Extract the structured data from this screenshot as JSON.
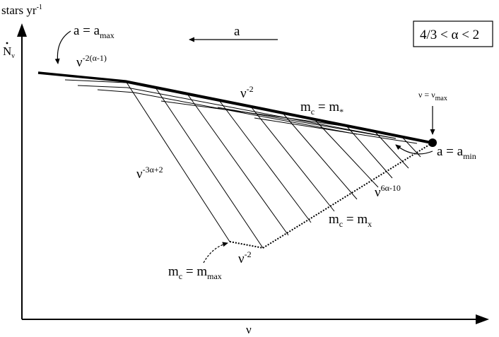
{
  "axes": {
    "y_label": "stars yr",
    "y_label_exp": "-1",
    "y_symbol": "N",
    "y_symbol_sub": "ν",
    "x_label": "ν"
  },
  "regime_box": "4/3 < α < 2",
  "direction_arrow_label": "a",
  "labels": {
    "a_max_main": "a = a",
    "a_max_sub": "max",
    "a_min_main": "a = a",
    "a_min_sub": "min",
    "v_max_main": "ν = ν",
    "v_max_sub": "max",
    "mc_star_main": "m",
    "mc_star_sub": "c",
    "mc_star_rhs": " = m",
    "mc_star_rhs_sub": "*",
    "mc_x_main": "m",
    "mc_x_sub": "c",
    "mc_x_rhs": " = m",
    "mc_x_rhs_sub": "x",
    "mc_max_main": "m",
    "mc_max_sub": "c",
    "mc_max_rhs": " = m",
    "mc_max_rhs_sub": "max"
  },
  "power_laws": {
    "top_left": {
      "base": "ν",
      "exp": "-2(α-1)"
    },
    "top_mid": {
      "base": "ν",
      "exp": "-2"
    },
    "left_slope": {
      "base": "ν",
      "exp": "-3α+2"
    },
    "bottom_small": {
      "base": "ν",
      "exp": "-2"
    },
    "bottom_right": {
      "base": "ν",
      "exp": "6α-10"
    }
  }
}
